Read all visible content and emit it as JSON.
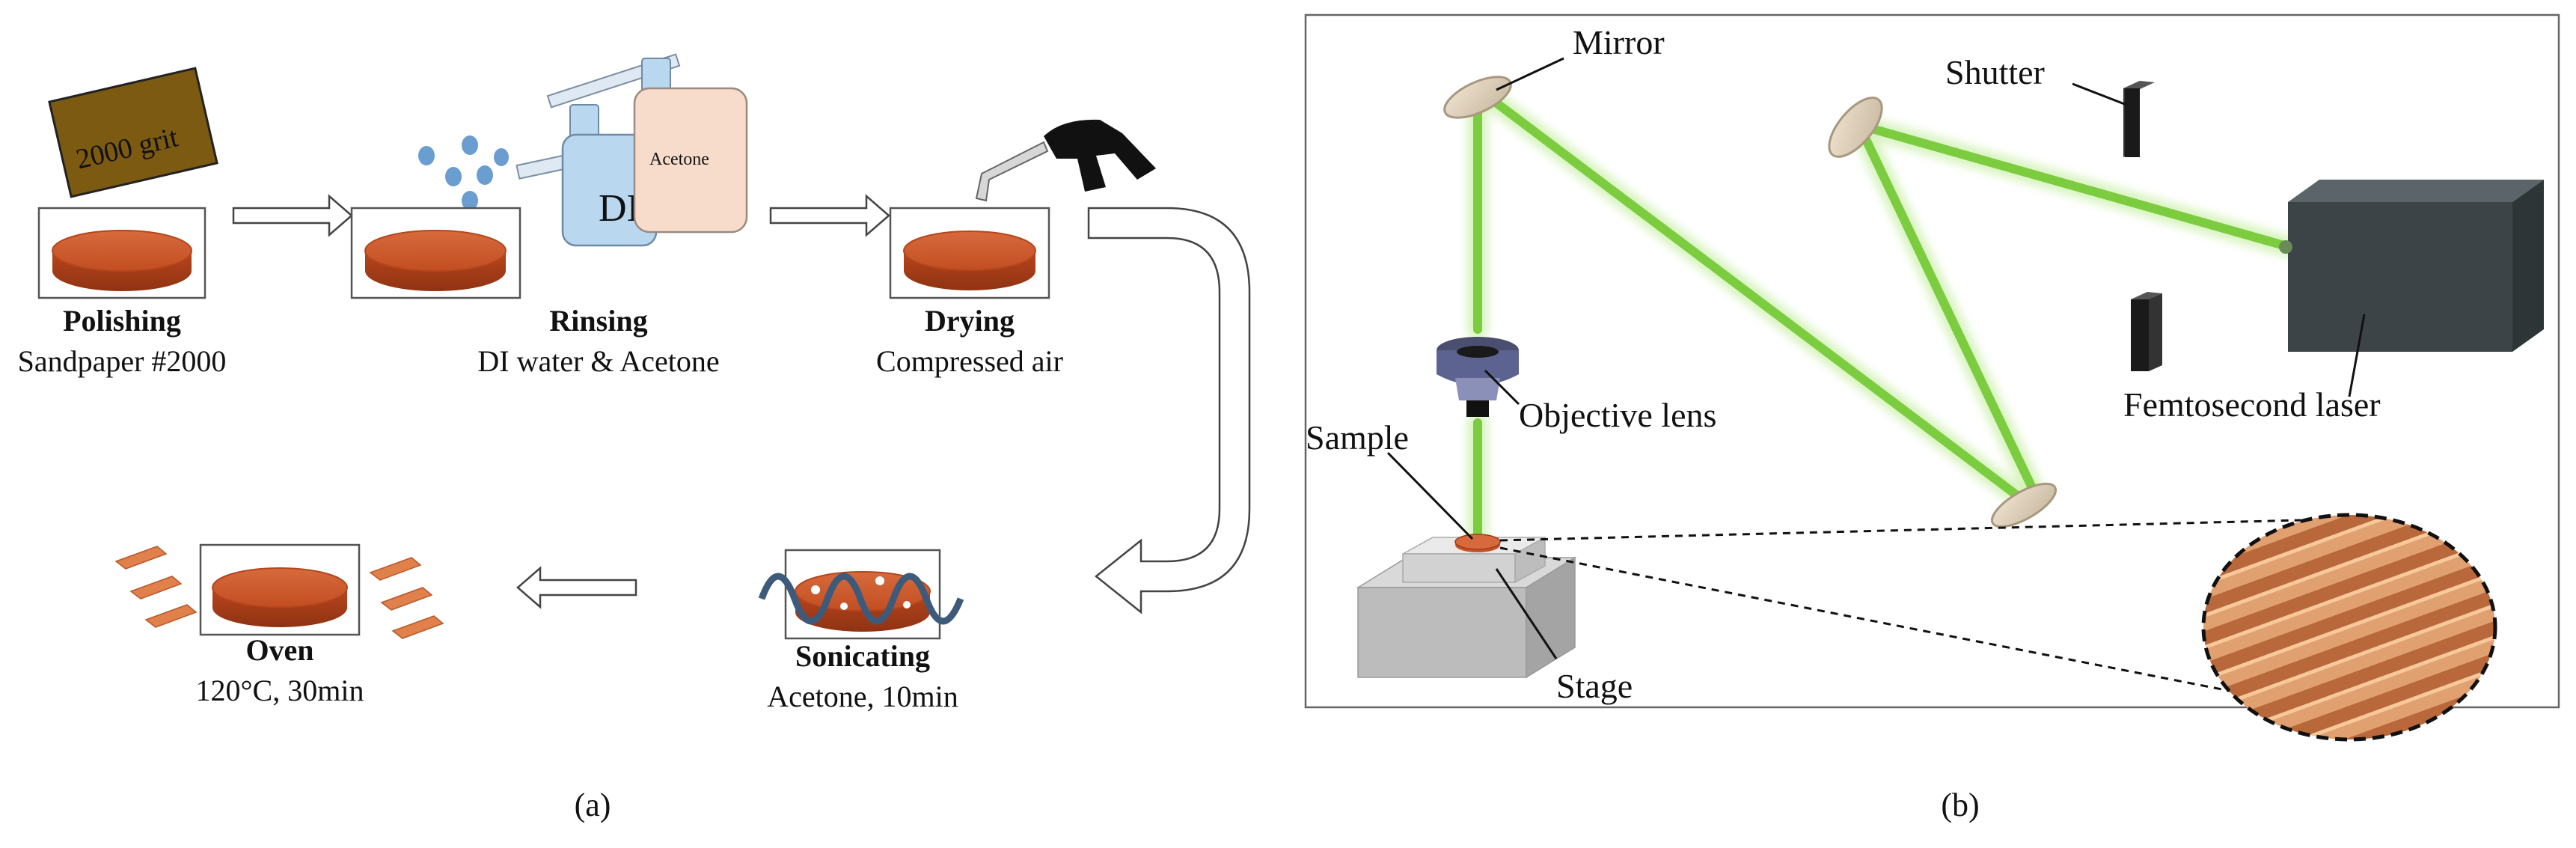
{
  "panel_a": {
    "grit_label": "2000 grit",
    "di_label": "DI",
    "acetone_bottle_label": "Acetone",
    "steps": [
      {
        "title": "Polishing",
        "detail": "Sandpaper #2000"
      },
      {
        "title": "Rinsing",
        "detail": "DI water & Acetone"
      },
      {
        "title": "Drying",
        "detail": "Compressed air"
      },
      {
        "title": "Sonicating",
        "detail": "Acetone, 10min"
      },
      {
        "title": "Oven",
        "detail": "120°C, 30min"
      }
    ],
    "caption": "(a)"
  },
  "panel_b": {
    "labels": {
      "mirror": "Mirror",
      "shutter": "Shutter",
      "objective": "Objective lens",
      "sample": "Sample",
      "stage": "Stage",
      "laser": "Femtosecond laser"
    },
    "caption": "(b)"
  },
  "colors": {
    "sample": "#c8532a",
    "sample_edge": "#9a3a18",
    "beam": "#8fd14f",
    "laser_body": "#3d4447",
    "bottle_di": "#b9d7ee",
    "bottle_acetone": "#f8dccb"
  }
}
